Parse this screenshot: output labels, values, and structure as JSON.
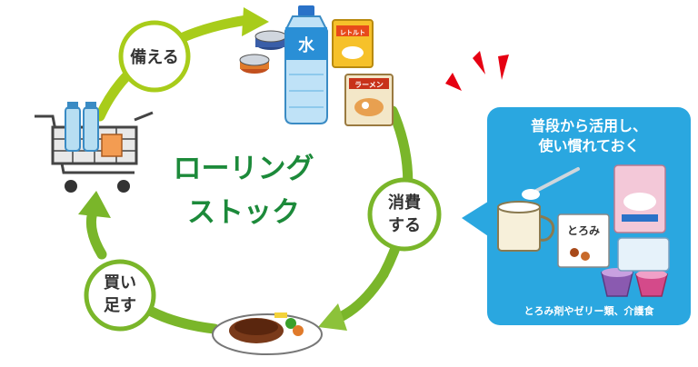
{
  "center_title": {
    "line1": "ローリング",
    "line2": "ストック"
  },
  "steps": {
    "prepare": {
      "line1": "備える"
    },
    "consume": {
      "line1": "消費",
      "line2": "する"
    },
    "replenish": {
      "line1": "買い",
      "line2": "足す"
    }
  },
  "product_labels": {
    "water": "水",
    "retort": "レトルト",
    "ramen": "ラーメン",
    "thickener": "とろみ"
  },
  "callout": {
    "title_line1": "普段から活用し、",
    "title_line2": "使い慣れておく",
    "caption": "とろみ剤やゼリー類、介護食"
  },
  "colors": {
    "cycle_green": "#7ab62a",
    "arrow_lime": "#a8cc1a",
    "title_green": "#1c8a3a",
    "callout_blue": "#2aa7e0",
    "alert_red": "#e60012"
  }
}
